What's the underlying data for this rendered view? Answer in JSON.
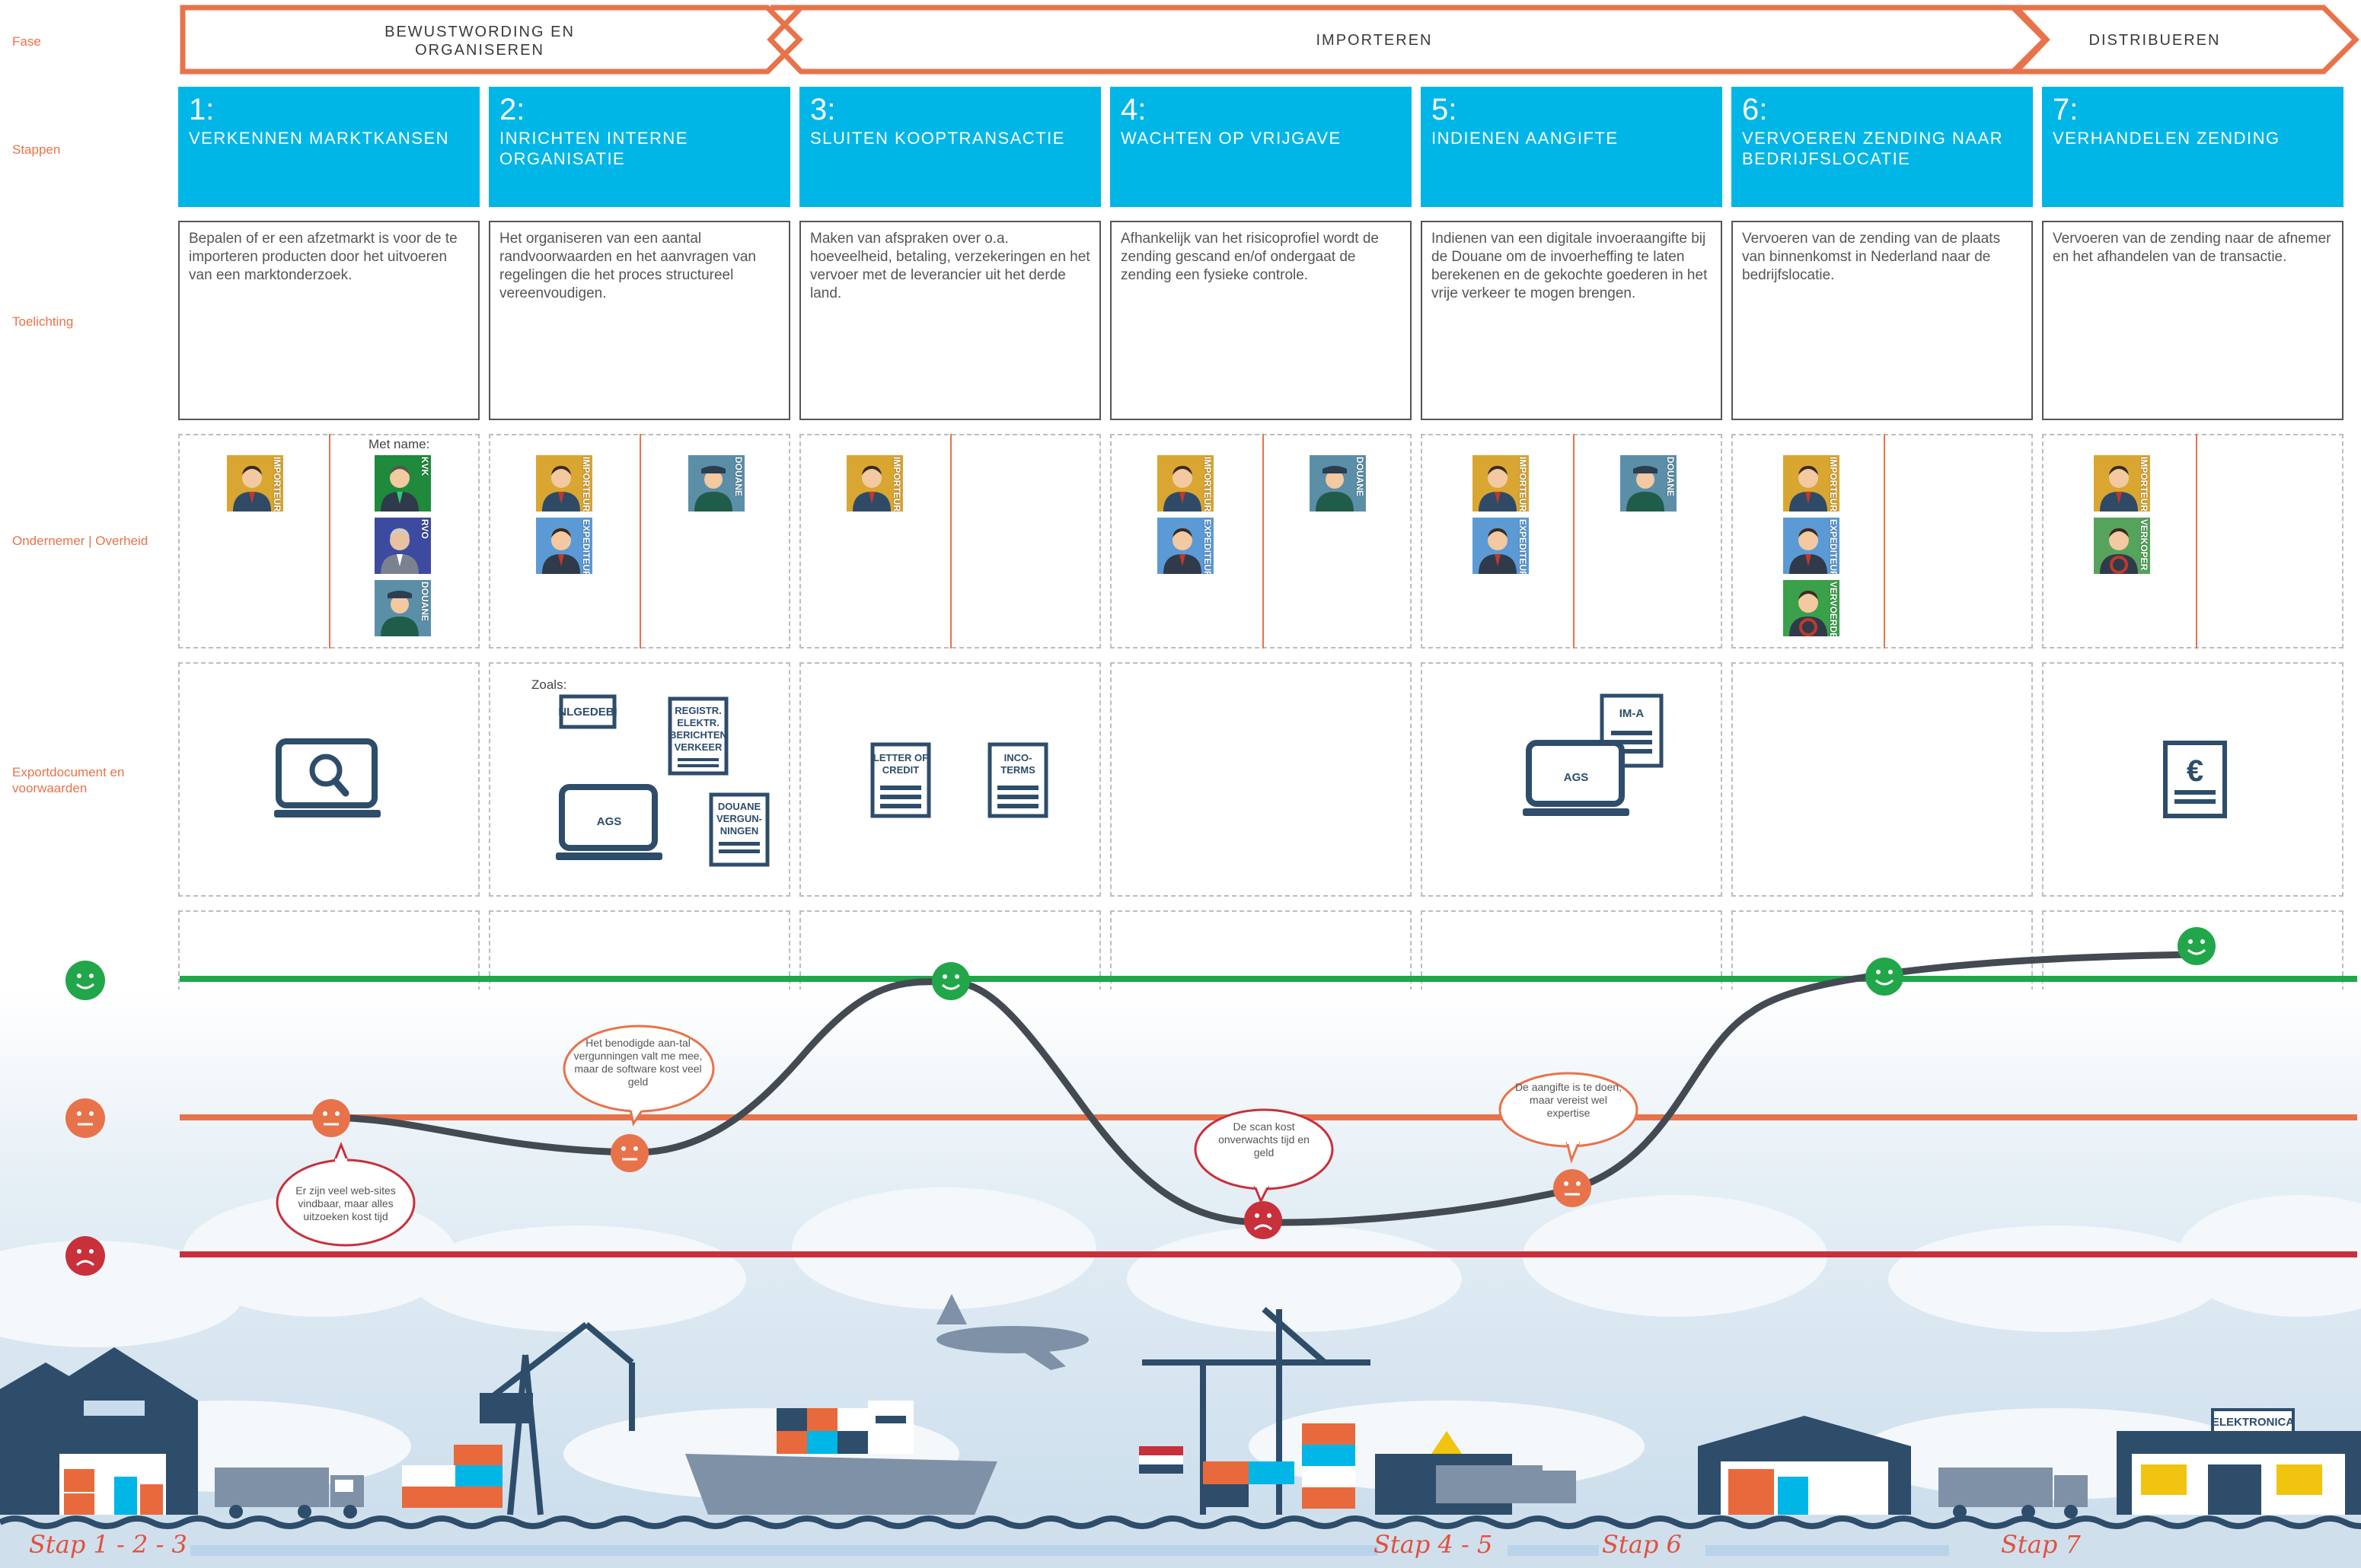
{
  "row_labels": {
    "fase": "Fase",
    "stappen": "Stappen",
    "toelichting": "Toelichting",
    "actors": "Ondernemer | Overheid",
    "documents": "Exportdocument en voorwaarden"
  },
  "phases": [
    {
      "label": "BEWUSTWORDING EN ORGANISEREN"
    },
    {
      "label": "IMPORTEREN"
    },
    {
      "label": "DISTRIBUEREN"
    }
  ],
  "steps": [
    {
      "num": "1:",
      "title": "VERKENNEN MARKTKANSEN",
      "desc": "Bepalen of er een afzetmarkt is voor de te importeren producten door het uitvoeren van een marktonderzoek."
    },
    {
      "num": "2:",
      "title": "INRICHTEN INTERNE ORGANISATIE",
      "desc": "Het organiseren van een aantal randvoorwaarden en het aanvragen van regelingen die het proces structureel vereenvoudigen."
    },
    {
      "num": "3:",
      "title": "SLUITEN KOOPTRANSACTIE",
      "desc": "Maken van afspraken over o.a. hoeveelheid, betaling, verzekeringen en het vervoer met de leverancier uit het derde land."
    },
    {
      "num": "4:",
      "title": "WACHTEN OP VRIJGAVE",
      "desc": "Afhankelijk van het risicoprofiel wordt de zending gescand en/of ondergaat de zending een fysieke controle."
    },
    {
      "num": "5:",
      "title": "INDIENEN AANGIFTE",
      "desc": "Indienen van een digitale invoeraangifte bij de Douane om de invoerheffing te laten berekenen en de gekochte goederen in het vrije verkeer te mogen brengen."
    },
    {
      "num": "6:",
      "title": "VERVOEREN ZENDING NAAR BEDRIJFSLOCATIE",
      "desc": "Vervoeren van de zending van de plaats van binnenkomst in Nederland naar de bedrijfslocatie."
    },
    {
      "num": "7:",
      "title": "VERHANDELEN ZENDING",
      "desc": "Vervoeren van de zending naar de afnemer en het afhandelen van de transactie."
    }
  ],
  "actors": {
    "met_name": "Met name:",
    "roles": {
      "importeur": "IMPORTEUR",
      "kvk": "KVK",
      "rvo": "RVO",
      "douane": "DOUANE",
      "expediteur": "EXPEDITEUR",
      "vervoerder": "VERVOERDER",
      "verkoper": "VERKOPER"
    }
  },
  "documents": {
    "zoals": "Zoals:",
    "nlgedebi": "NLGEDEBI",
    "registr": [
      "REGISTR.",
      "ELEKTR.",
      "BERICHTEN",
      "VERKEER"
    ],
    "ags": "AGS",
    "vergunningen": [
      "DOUANE",
      "VERGUN-",
      "NINGEN"
    ],
    "letter_of_credit": [
      "LETTER OF",
      "CREDIT"
    ],
    "incoterms": [
      "INCO-",
      "TERMS"
    ],
    "im_a": "IM-A",
    "ags_2": "AGS",
    "euro": "€"
  },
  "emotion_legend": [
    "positive",
    "neutral",
    "negative"
  ],
  "bubbles": {
    "b1": "Er zijn veel web-sites vindbaar, maar alles uitzoeken kost tijd",
    "b2": "Het benodigde aan-tal vergunningen valt me mee, maar de software kost veel geld",
    "b4": "De scan kost onverwachts tijd en geld",
    "b5": "De aangifte is te doen, maar vereist wel expertise"
  },
  "stap_labels": {
    "s1": "Stap 1 - 2 - 3",
    "s2": "Stap 4 - 5",
    "s3": "Stap 6",
    "s4": "Stap 7"
  },
  "shop_sign": "ELEKTRONICA",
  "colors": {
    "cyan": "#00b6e6",
    "orange": "#e8734a",
    "green": "#21a64a",
    "red": "#c8303c",
    "navy": "#2e4d6b"
  }
}
